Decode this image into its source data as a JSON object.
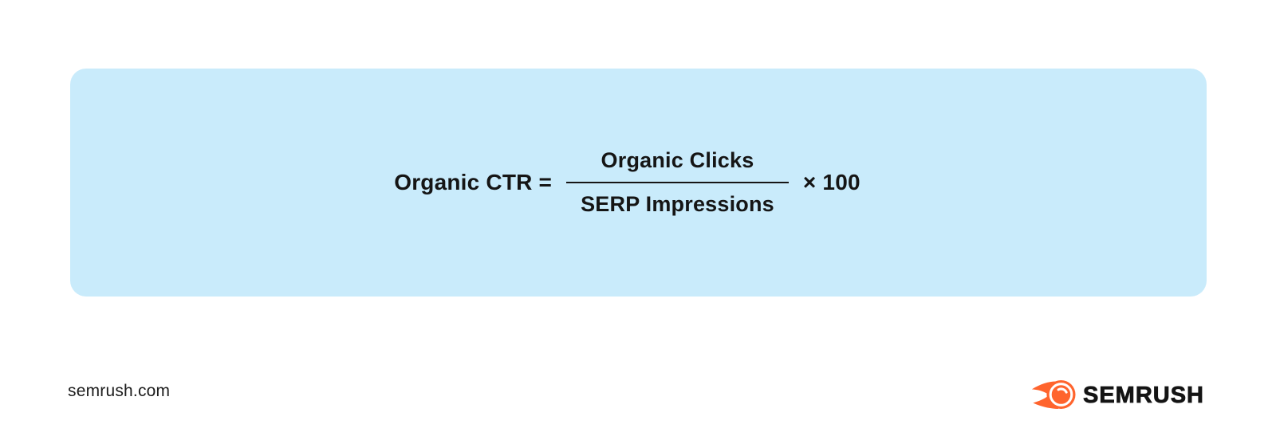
{
  "panel": {
    "formula": {
      "lhs": "Organic CTR =",
      "numerator": "Organic Clicks",
      "denominator": "SERP Impressions",
      "multiplier": "× 100"
    }
  },
  "footer": {
    "website": "semrush.com",
    "brand_wordmark": "SEMRUSH"
  },
  "colors": {
    "panel_background": "#C9EBFB",
    "brand_orange": "#FF642D",
    "text_black": "#151515",
    "page_background": "#FFFFFF"
  },
  "icons": {
    "logo_icon": "semrush-comet-icon"
  }
}
